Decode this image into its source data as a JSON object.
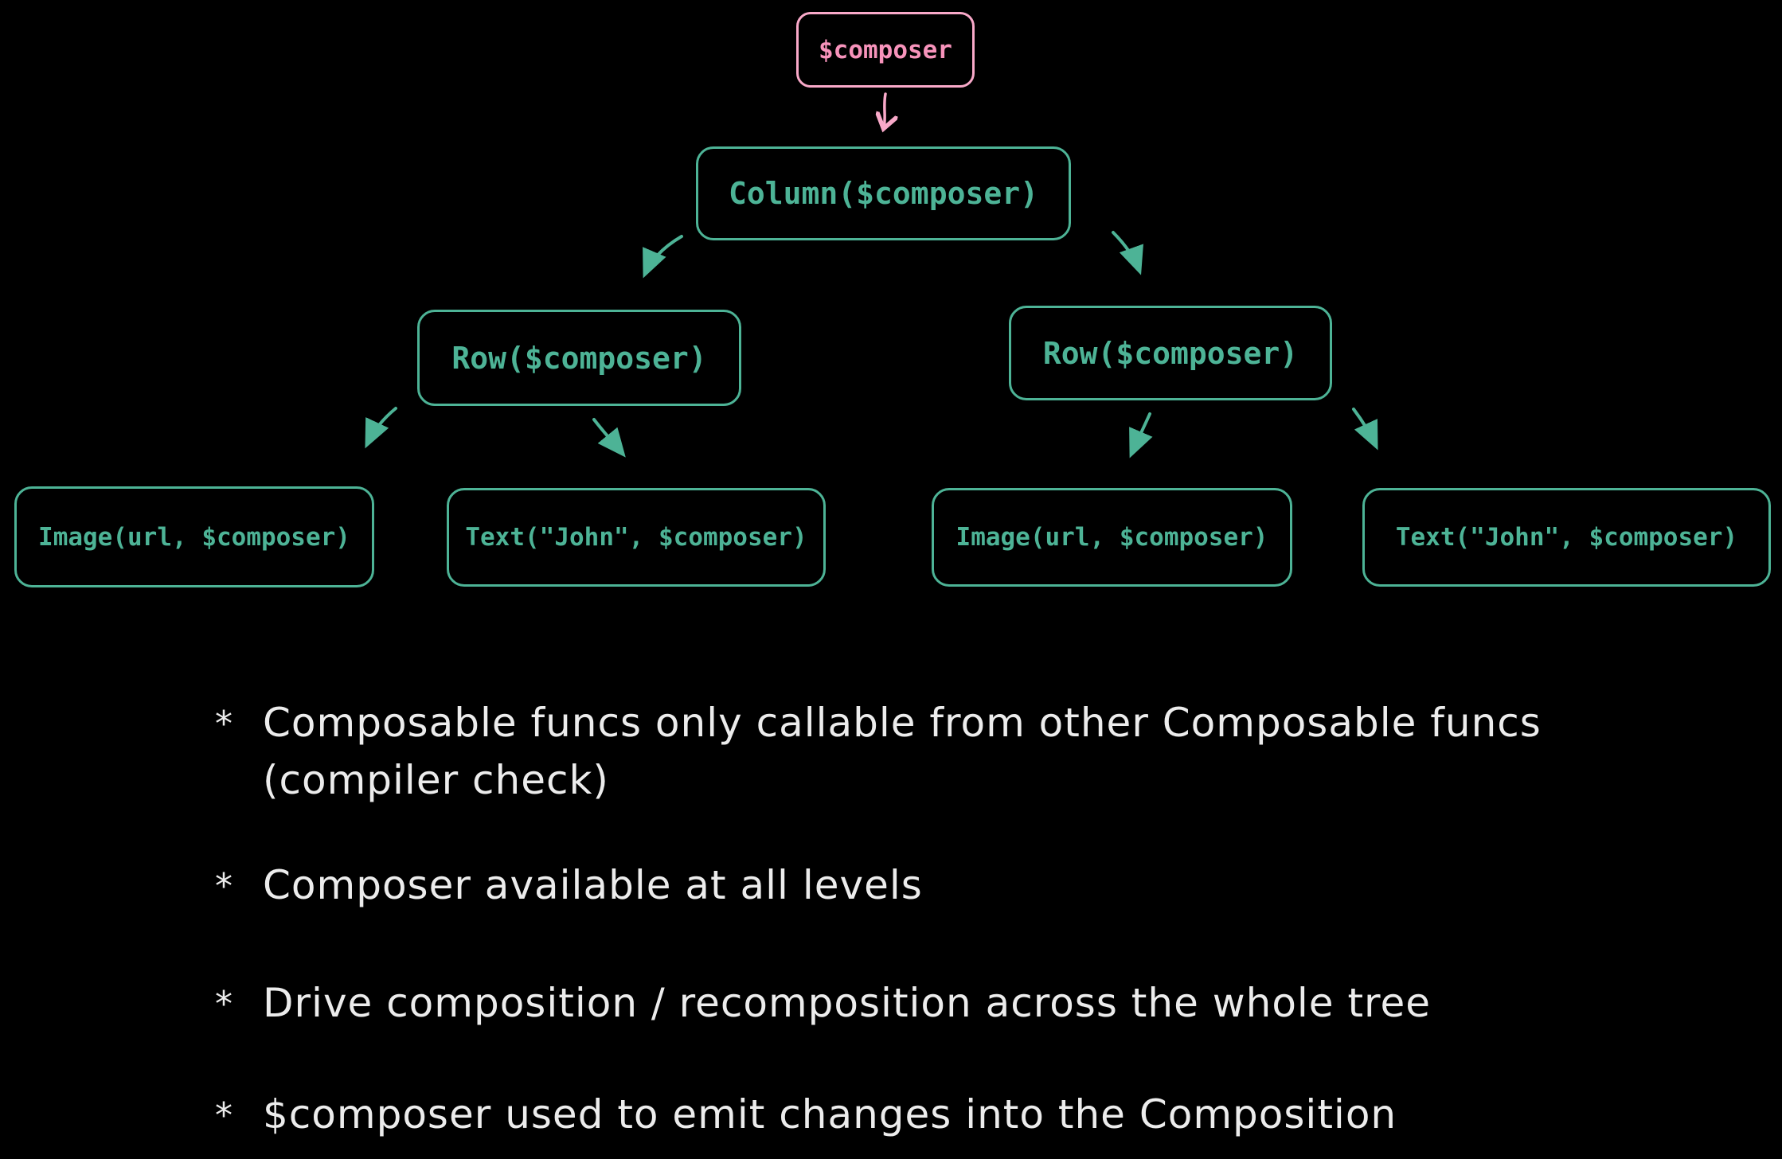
{
  "colors": {
    "background": "#000000",
    "green": "#4db396",
    "pink": "#f9a9c9",
    "pink_text": "#f793bb",
    "bullet_text": "#ececec"
  },
  "diagram": {
    "nodes": {
      "composer": {
        "label": "$composer"
      },
      "column": {
        "label": "Column($composer)"
      },
      "row_left": {
        "label": "Row($composer)"
      },
      "row_right": {
        "label": "Row($composer)"
      },
      "image_left": {
        "label": "Image(url, $composer)"
      },
      "text_left": {
        "label": "Text(\"John\", $composer)"
      },
      "image_right": {
        "label": "Image(url, $composer)"
      },
      "text_right": {
        "label": "Text(\"John\", $composer)"
      }
    }
  },
  "notes": {
    "marker": "*",
    "items": [
      {
        "lines": [
          "Composable funcs only callable from other Composable funcs",
          "(compiler check)"
        ]
      },
      {
        "lines": [
          "Composer available at all levels"
        ]
      },
      {
        "lines": [
          "Drive composition / recomposition across the whole tree"
        ]
      },
      {
        "lines": [
          "$composer used to emit changes into the Composition"
        ]
      }
    ]
  }
}
